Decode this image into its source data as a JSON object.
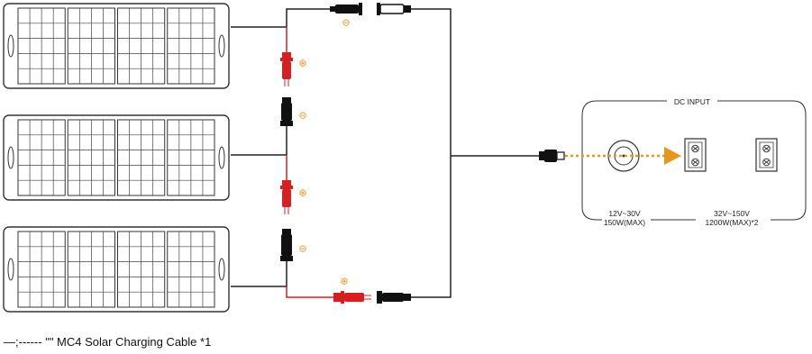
{
  "panels": [
    {
      "name": "solar-panel-top"
    },
    {
      "name": "solar-panel-middle"
    },
    {
      "name": "solar-panel-bottom"
    }
  ],
  "polarity": {
    "negative": "⊖",
    "positive": "⊕"
  },
  "dc_input": {
    "title": "DC INPUT",
    "port_small": {
      "line1": "12V~30V",
      "line2": "150W(MAX)"
    },
    "port_large": {
      "line1": "32V~150V",
      "line2": "1200W(MAX)*2"
    }
  },
  "caption": "—;------ \"\" MC4 Solar Charging Cable *1",
  "colors": {
    "positive_wire": "#d42020",
    "negative_wire": "#222222",
    "accent": "#e8961e",
    "panel_outline": "#333333"
  }
}
